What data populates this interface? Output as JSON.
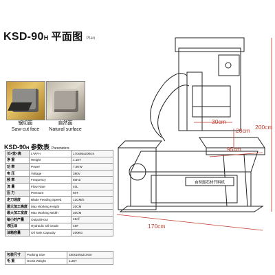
{
  "header": {
    "model": "KSD-90",
    "model_suffix": "H",
    "cn_title": "平面图",
    "en_title": "Plan"
  },
  "photos": [
    {
      "cn": "锯切面",
      "en": "Saw-cut face"
    },
    {
      "cn": "自然面",
      "en": "Natural surface"
    }
  ],
  "params": {
    "title_model": "KSD-90",
    "title_suffix": "H",
    "title_cn": "参数表",
    "title_en": "Parameters",
    "rows": [
      {
        "cn": "长×宽×高",
        "en": "L*W*H",
        "value": "170x95x200cm"
      },
      {
        "cn": "净 重",
        "en": "Weight",
        "value": "1.16T"
      },
      {
        "cn": "功 率",
        "en": "Power",
        "value": "7.9KW"
      },
      {
        "cn": "电 压",
        "en": "Voltage",
        "value": "380V"
      },
      {
        "cn": "频 率",
        "en": "Frequency",
        "value": "50HZ"
      },
      {
        "cn": "流 量",
        "en": "Flow Rate",
        "value": "40L"
      },
      {
        "cn": "压 力",
        "en": "Pressure",
        "value": "60T"
      },
      {
        "cn": "走刀速度",
        "en": "Blade Feeding Speed",
        "value": "12CM/S"
      },
      {
        "cn": "最大加工高度",
        "en": "Max Working Height",
        "value": "20CM"
      },
      {
        "cn": "最大加工宽度",
        "en": "Max Working Width",
        "value": "30CM"
      },
      {
        "cn": "每小时产量",
        "en": "Output/Hour",
        "value": "45㎡"
      },
      {
        "cn": "液压油",
        "en": "Hydraulic Oil Grade",
        "value": "46#"
      },
      {
        "cn": "油箱容量",
        "en": "Oil Tank Capacity",
        "value": "200KG"
      }
    ],
    "bottom_rows": [
      {
        "cn": "包装尺寸",
        "en": "Packing Size",
        "value": "180x105x210cm"
      },
      {
        "cn": "毛 重",
        "en": "Gross Weight",
        "value": "1.25T"
      }
    ]
  },
  "drawing": {
    "dimensions": {
      "d30": "30cm",
      "d20": "20cm",
      "d95": "95cm",
      "d200": "200cm",
      "d170": "170cm"
    },
    "nameplate": "自然面石材开料机",
    "dim_color": "#c0392b"
  }
}
